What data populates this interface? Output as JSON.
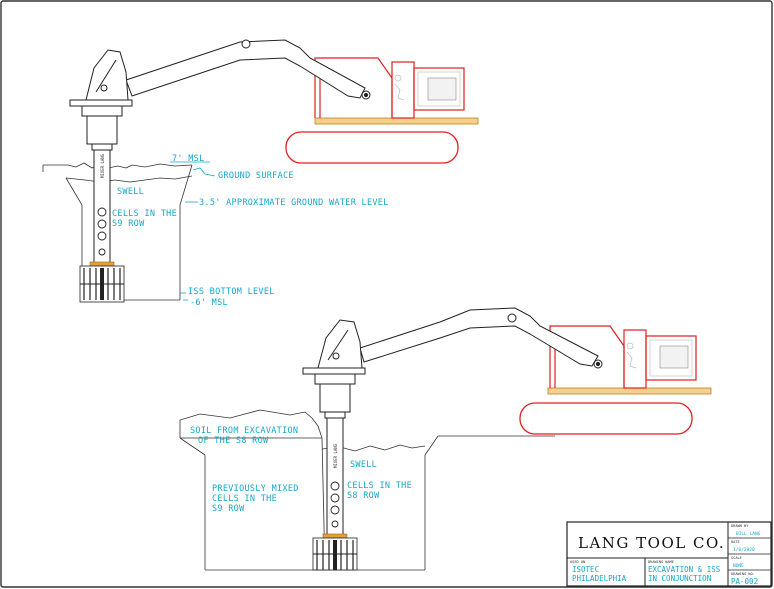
{
  "scene_top": {
    "mast_label": "MIXER LANG",
    "labels": {
      "msl_top": "7' MSL",
      "ground_surface": "GROUND SURFACE",
      "swell": "SWELL",
      "water_level": "3.5' APPROXIMATE GROUND WATER LEVEL",
      "cells_line1": "CELLS IN THE",
      "cells_line2": "S9 ROW",
      "iss_bottom": "ISS BOTTOM LEVEL",
      "msl_bottom": "-6' MSL"
    }
  },
  "scene_bottom": {
    "mast_label": "MIXER LANG",
    "labels": {
      "soil_line1": "SOIL FROM EXCAVATION",
      "soil_line2": "OF THE S8 ROW",
      "swell": "SWELL",
      "prev_line1": "PREVIOUSLY MIXED",
      "prev_line2": "CELLS IN THE",
      "prev_line3": "S9 ROW",
      "cells_line1": "CELLS IN THE",
      "cells_line2": "S8 ROW"
    }
  },
  "title_block": {
    "company": "LANG TOOL CO.",
    "drawn_by_header": "DRAWN BY",
    "drawn_by": "BILL LANG",
    "date_header": "DATE",
    "date": "1/8/2020",
    "scale_header": "SCALE",
    "scale": "NONE",
    "used_on_header": "USED ON",
    "client_line1": "ISOTEC",
    "client_line2": "PHILADELPHIA",
    "drawing_name_header": "DRAWING NAME",
    "drawing_name_line1": "EXCAVATION & ISS",
    "drawing_name_line2": "IN CONJUNCTION",
    "drawing_no_header": "DRAWING NO.",
    "drawing_no": "PA-002"
  },
  "colors": {
    "annotation": "#17a6c9",
    "cab": "#e02020",
    "tracks": "#e02020",
    "deck": "#e0a040",
    "linework": "#222222"
  }
}
